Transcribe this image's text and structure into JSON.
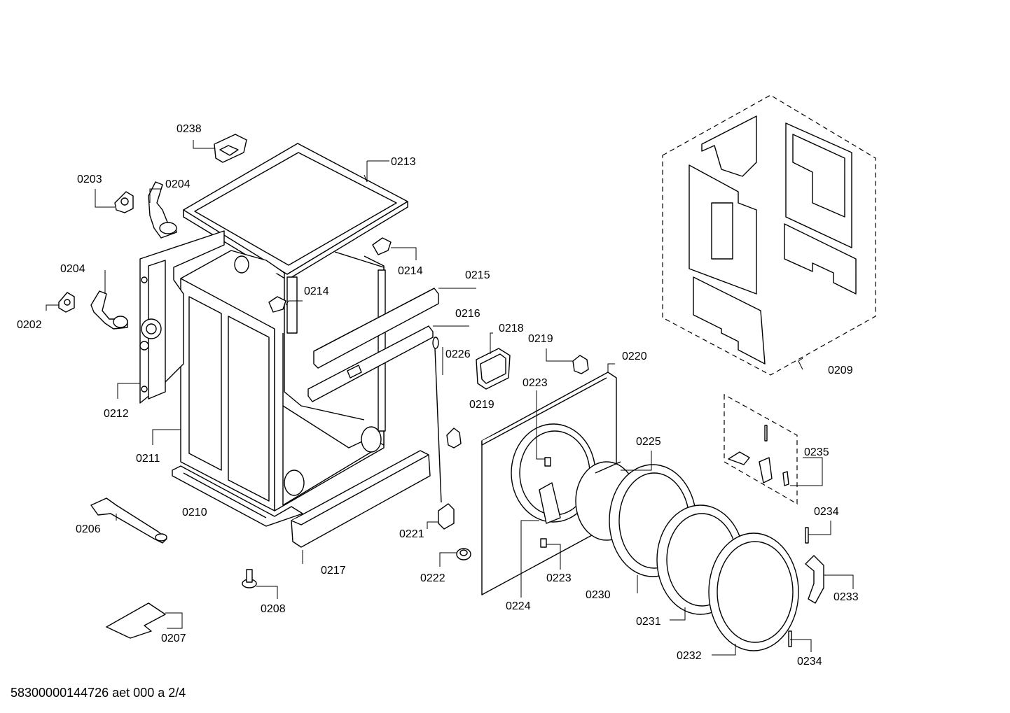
{
  "document_code": "58300000144726 aet 000 a 2/4",
  "part_labels": {
    "p0238": "0238",
    "p0203": "0203",
    "p0204a": "0204",
    "p0204b": "0204",
    "p0202": "0202",
    "p0212": "0212",
    "p0211": "0211",
    "p0210": "0210",
    "p0213": "0213",
    "p0214a": "0214",
    "p0214b": "0214",
    "p0215": "0215",
    "p0216": "0216",
    "p0218": "0218",
    "p0219a": "0219",
    "p0219b": "0219",
    "p0226": "0226",
    "p0220": "0220",
    "p0223a": "0223",
    "p0223b": "0223",
    "p0225": "0225",
    "p0209": "0209",
    "p0235": "0235",
    "p0234a": "0234",
    "p0234b": "0234",
    "p0206": "0206",
    "p0217": "0217",
    "p0221": "0221",
    "p0222": "0222",
    "p0224": "0224",
    "p0230": "0230",
    "p0231": "0231",
    "p0232": "0232",
    "p0233": "0233",
    "p0208": "0208",
    "p0207": "0207"
  }
}
